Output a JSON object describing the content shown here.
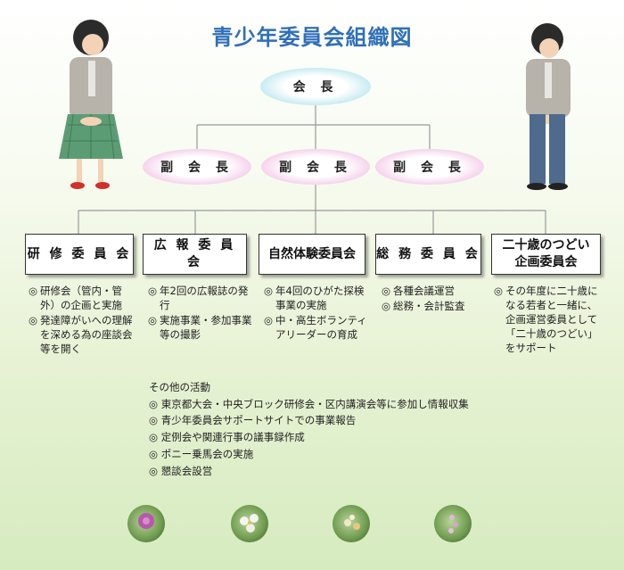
{
  "title": "青少年委員会組織図",
  "president": "会 長",
  "vice_presidents": [
    "副 会 長",
    "副 会 長",
    "副 会 長"
  ],
  "committees": [
    {
      "name": "研 修 委 員 会",
      "items": [
        "研修会（管内・管外）の企画と実施",
        "発達障がいへの理解を深める為の座談会等を開く"
      ]
    },
    {
      "name": "広 報 委 員 会",
      "items": [
        "年2回の広報誌の発行",
        "実施事業・参加事業等の撮影"
      ]
    },
    {
      "name": "自然体験委員会",
      "items": [
        "年4回のひがた探検事業の実施",
        "中・高生ボランティアリーダーの育成"
      ]
    },
    {
      "name": "総 務 委 員 会",
      "items": [
        "各種会議運営",
        "総務・会計監査"
      ]
    },
    {
      "name_lines": [
        "二十歳のつどい",
        "企画委員会"
      ],
      "items": [
        "その年度に二十歳になる若者と一緒に、企画運営委員として「二十歳のつどい」をサポート"
      ]
    }
  ],
  "bullet": "◎",
  "other_activities": {
    "heading": "その他の活動",
    "items": [
      "東京都大会・中央ブロック研修会・区内講演会等に参加し情報収集",
      "青少年委員会サポートサイトでの事業報告",
      "定例会や関連行事の議事録作成",
      "ポニー乗馬会の実施",
      "懇談会設営"
    ]
  },
  "colors": {
    "title": "#2f6fb8",
    "president_oval": "#8fd7e2",
    "vice_oval": "#e6a6d7",
    "line": "#999999"
  }
}
